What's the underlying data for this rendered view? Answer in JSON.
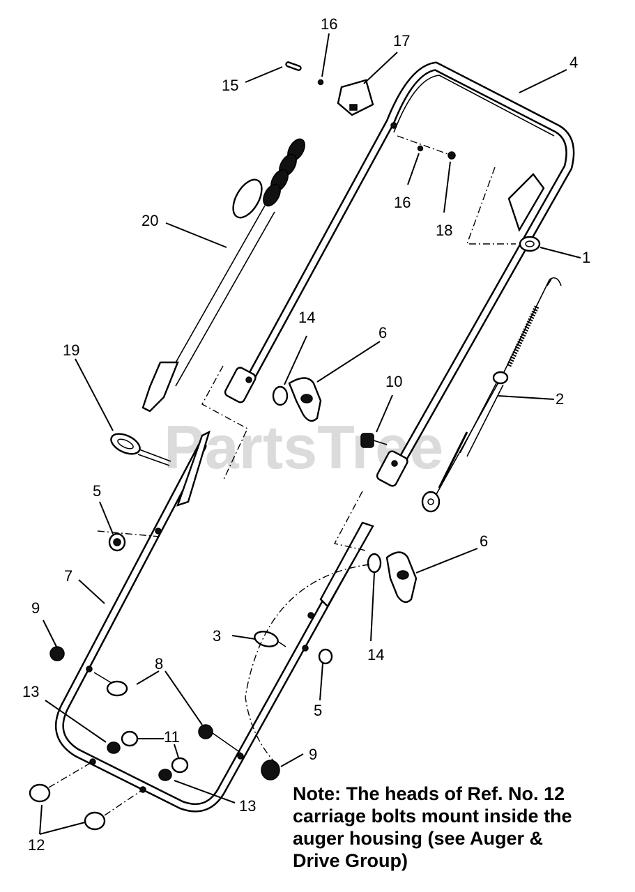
{
  "watermark": "PartsTree",
  "callouts": {
    "c1": "1",
    "c2": "2",
    "c3": "3",
    "c4": "4",
    "c5a": "5",
    "c5b": "5",
    "c6a": "6",
    "c6b": "6",
    "c7": "7",
    "c8": "8",
    "c9a": "9",
    "c9b": "9",
    "c10": "10",
    "c11": "11",
    "c12": "12",
    "c13a": "13",
    "c13b": "13",
    "c14a": "14",
    "c14b": "14",
    "c15": "15",
    "c16a": "16",
    "c16b": "16",
    "c17": "17",
    "c18": "18",
    "c19": "19",
    "c20": "20"
  },
  "note": "Note: The heads of Ref. No. 12\ncarriage bolts mount inside the\nauger housing (see Auger &\nDrive Group)"
}
